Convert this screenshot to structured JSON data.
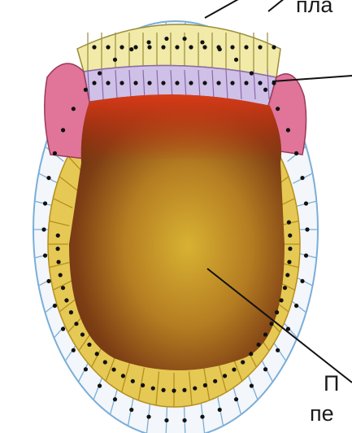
{
  "labels": {
    "top": "пла",
    "bottom_line1": "П",
    "bottom_line2": "пе"
  },
  "colors": {
    "background": "#ffffff",
    "ectoderm": "#f2f6fb",
    "ectoderm_outline": "#7aaed8",
    "top_plate": "#f0e8a6",
    "violet_band": "#cdbde6",
    "pink_cells": "#e2779a",
    "yellow_cells": "#e6cd55",
    "yolk_red": "#d0361a",
    "yolk_brown": "#8a4a16",
    "yolk_gold": "#c9a62c",
    "nucleus": "#111111",
    "pointer": "#111111"
  }
}
